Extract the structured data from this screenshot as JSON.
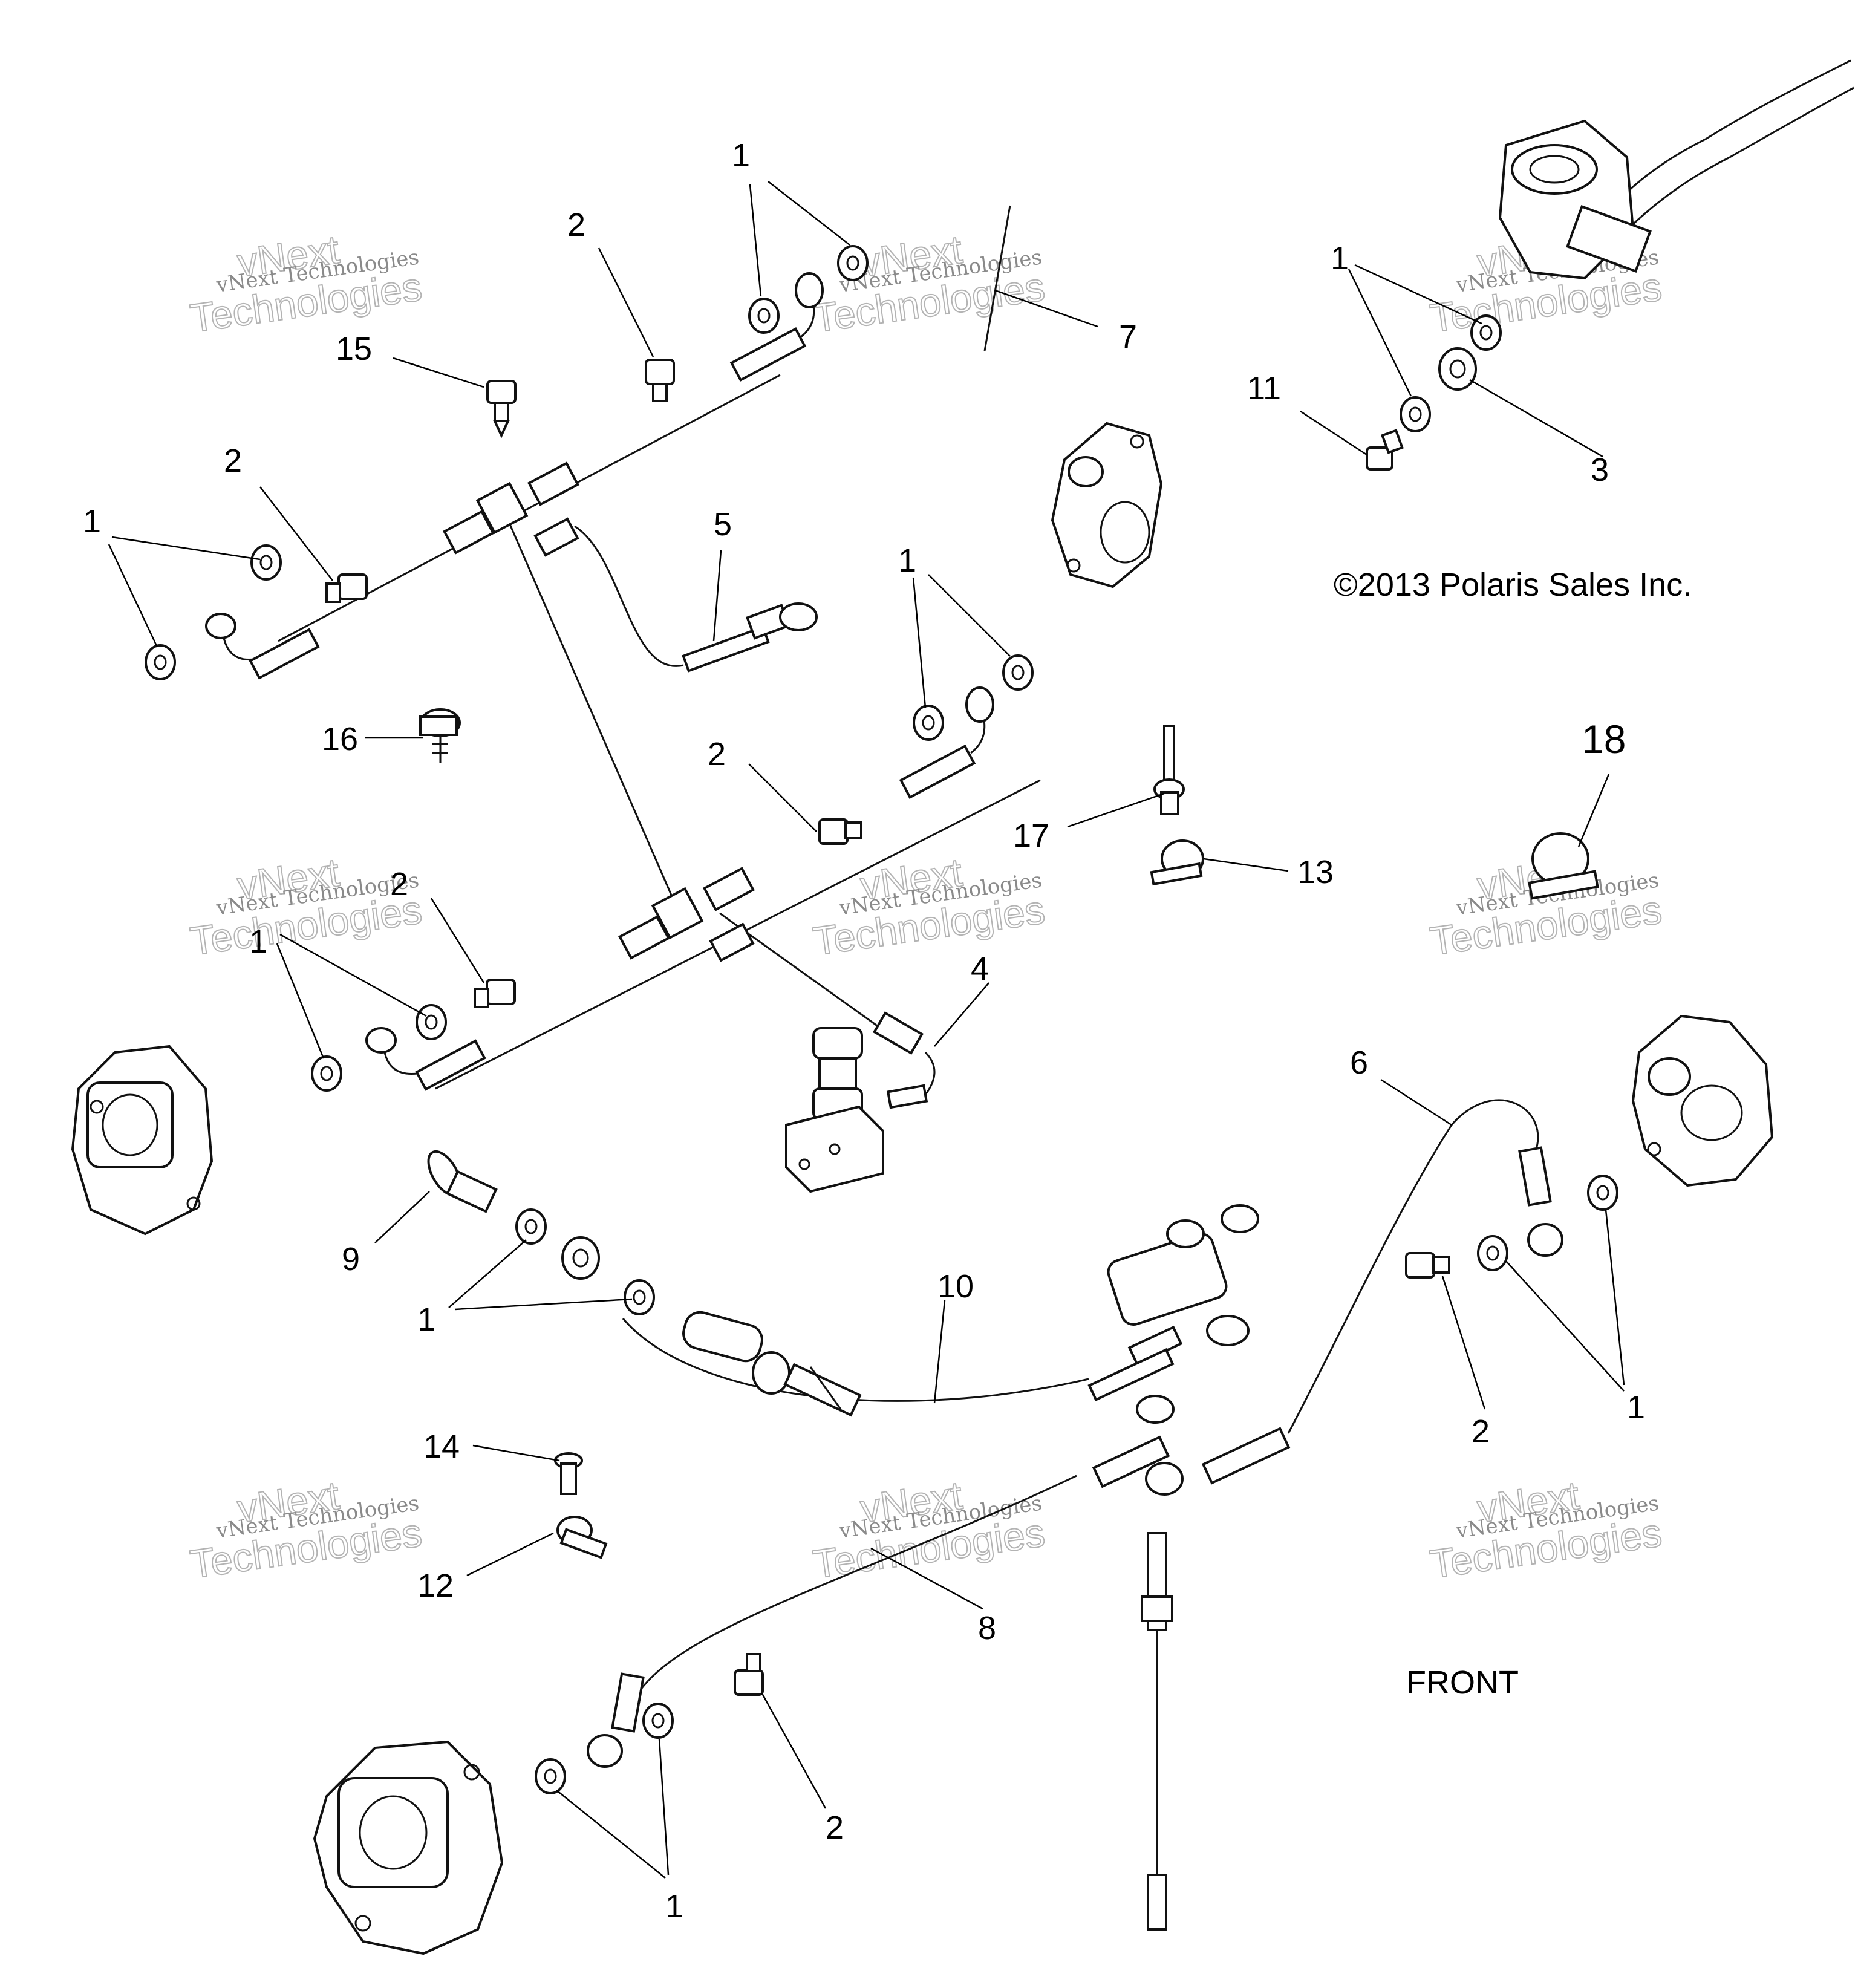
{
  "copyright": "©2013 Polaris Sales Inc.",
  "front_label": "FRONT",
  "watermark": {
    "line1": "vNext Technologies",
    "line2": "vNext",
    "line3": "Technologies"
  },
  "callouts": [
    {
      "id": "c-1-top",
      "text": "1"
    },
    {
      "id": "c-2-top",
      "text": "2"
    },
    {
      "id": "c-7",
      "text": "7"
    },
    {
      "id": "c-15",
      "text": "15"
    },
    {
      "id": "c-1-tr",
      "text": "1"
    },
    {
      "id": "c-11",
      "text": "11"
    },
    {
      "id": "c-3",
      "text": "3"
    },
    {
      "id": "c-2-left",
      "text": "2"
    },
    {
      "id": "c-1-left",
      "text": "1"
    },
    {
      "id": "c-5",
      "text": "5"
    },
    {
      "id": "c-1-mid",
      "text": "1"
    },
    {
      "id": "c-16",
      "text": "16"
    },
    {
      "id": "c-2-mid",
      "text": "2"
    },
    {
      "id": "c-18",
      "text": "18"
    },
    {
      "id": "c-17",
      "text": "17"
    },
    {
      "id": "c-13",
      "text": "13"
    },
    {
      "id": "c-2-lower",
      "text": "2"
    },
    {
      "id": "c-1-lower",
      "text": "1"
    },
    {
      "id": "c-4",
      "text": "4"
    },
    {
      "id": "c-6",
      "text": "6"
    },
    {
      "id": "c-9",
      "text": "9"
    },
    {
      "id": "c-10",
      "text": "10"
    },
    {
      "id": "c-1-center",
      "text": "1"
    },
    {
      "id": "c-2-right",
      "text": "2"
    },
    {
      "id": "c-1-right",
      "text": "1"
    },
    {
      "id": "c-14",
      "text": "14"
    },
    {
      "id": "c-12",
      "text": "12"
    },
    {
      "id": "c-8",
      "text": "8"
    },
    {
      "id": "c-2-bottom",
      "text": "2"
    },
    {
      "id": "c-1-bottom",
      "text": "1"
    }
  ]
}
